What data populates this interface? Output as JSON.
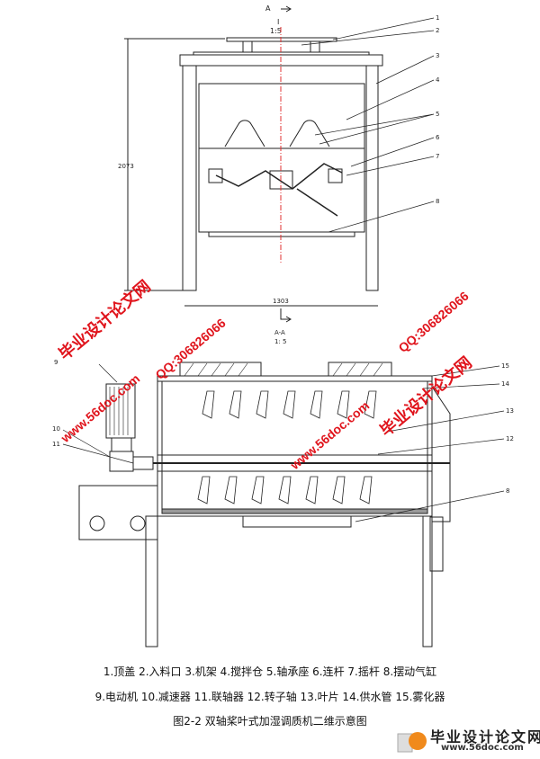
{
  "top_view": {
    "section_mark": "A",
    "detail_label": "I",
    "detail_scale": "1:5",
    "dim_height": "2073",
    "dim_width": "1303",
    "callouts": [
      "1",
      "2",
      "3",
      "4",
      "5",
      "6",
      "7",
      "8"
    ]
  },
  "section_view": {
    "title": "A-A",
    "scale": "1: 5",
    "callouts_left": [
      "9",
      "10",
      "11"
    ],
    "callouts_right": [
      "15",
      "14",
      "13",
      "12",
      "8"
    ]
  },
  "legend": {
    "line1": "1.顶盖 2.入料口 3.机架 4.搅拌仓 5.轴承座 6.连杆 7.摇杆 8.摆动气缸",
    "line2": "9.电动机 10.减速器 11.联轴器 12.转子轴 13.叶片 14.供水管 15.雾化器",
    "caption": "图2-2 双轴桨叶式加湿调质机二维示意图"
  },
  "watermarks": {
    "site_cn": "毕业设计论文网",
    "site_url": "www.56doc.com",
    "qq": "QQ:306826066"
  },
  "logo": {
    "name": "毕业设计论文网",
    "url": "www.56doc.com"
  },
  "colors": {
    "line": "#222222",
    "centerline": "#e03030",
    "watermark": "#e0141c"
  }
}
